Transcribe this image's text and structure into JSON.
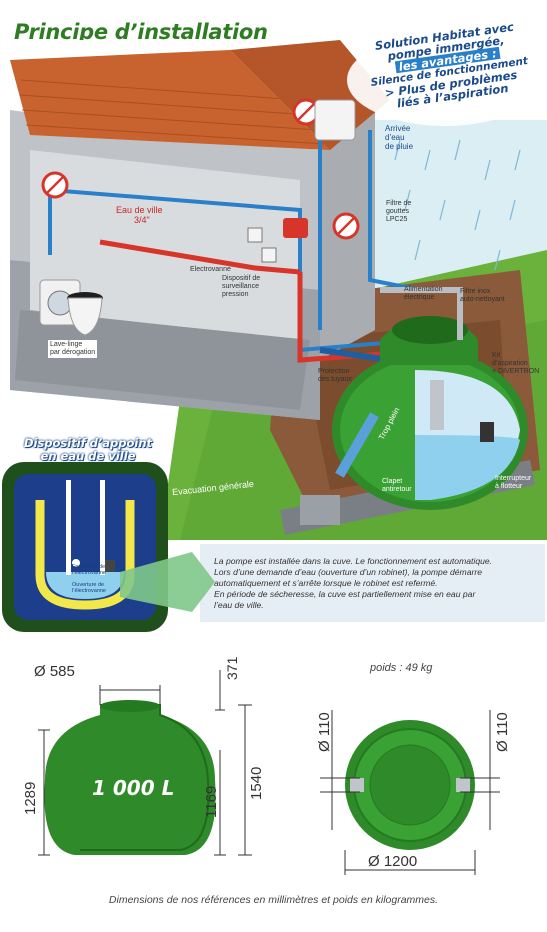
{
  "title": "Principe d’installation",
  "badge": {
    "line1": "Solution Habitat avec",
    "line2": "pompe immergée,",
    "line3": "les avantages :",
    "line4": "Silence de fonctionnement",
    "line5": "> Plus de problèmes",
    "line6": "liés à l’aspiration"
  },
  "labels": {
    "arrivee_1": "Arrivée",
    "arrivee_2": "d’eau",
    "arrivee_3": "de pluie",
    "eau_ville_1": "Eau de ville",
    "eau_ville_2": "3/4\"",
    "filtre_1": "Filtre de",
    "filtre_2": "gouttes",
    "filtre_3": "LPC25",
    "electrovanne": "Electrovanne",
    "dispositif_1": "Dispositif de",
    "dispositif_2": "surveillance",
    "dispositif_3": "pression",
    "lave_linge_1": "Lave-linge",
    "lave_linge_2": "par dérogation",
    "alimentation_1": "Alimentation",
    "alimentation_2": "électrique",
    "filtre_auto_1": "Filtre inox",
    "filtre_auto_2": "auto-nettoyant",
    "kit_1": "Kit",
    "kit_2": "d’aspiration",
    "kit_3": "+ DIVERTRON",
    "protection_1": "Protection",
    "protection_2": "des tuyaux",
    "evacuation": "Evacuation générale",
    "clapet_1": "Clapet",
    "clapet_2": "antiretour",
    "interrupteur_1": "Interrupteur",
    "interrupteur_2": "à flotteur",
    "trop_plein": "Trop plein",
    "fermeture_1": "Fermeture de",
    "fermeture_2": "l’électrovanne",
    "ouverture_1": "Ouverture de",
    "ouverture_2": "l’électrovanne"
  },
  "appoint": {
    "line1": "Dispositif d’appoint",
    "line2": "en eau de ville"
  },
  "description": {
    "p1": "La pompe est installée dans la cuve. Le fonctionnement est automatique.",
    "p2": "Lors d’une demande d’eau (ouverture d’un robinet), la pompe démarre",
    "p3": "automatiquement et s’arrête lorsque le robinet est refermé.",
    "p4": "En période de sécheresse, la cuve est partiellement mise en eau par",
    "p5": "l’eau de ville."
  },
  "dimensions": {
    "diam_top": "Ø 585",
    "top_height": "371",
    "total_height": "1540",
    "left_height": "1289",
    "body_height": "1169",
    "volume": "1 000 L",
    "poids": "poids : 49 kg",
    "pipe_left": "Ø 110",
    "pipe_right": "Ø 110",
    "diam_base": "Ø 1200"
  },
  "footer": "Dimensions de nos références en millimètres et poids en kilogrammes.",
  "colors": {
    "title_green": "#2e7d22",
    "tank_green": "#2f8a2a",
    "pipe_blue": "#2a7fc9",
    "pipe_red": "#d8352a",
    "roof": "#c8622e",
    "grass": "#6ab23c",
    "appoint_bg": "#1f4f1a",
    "appoint_yellow": "#f2e84a"
  }
}
